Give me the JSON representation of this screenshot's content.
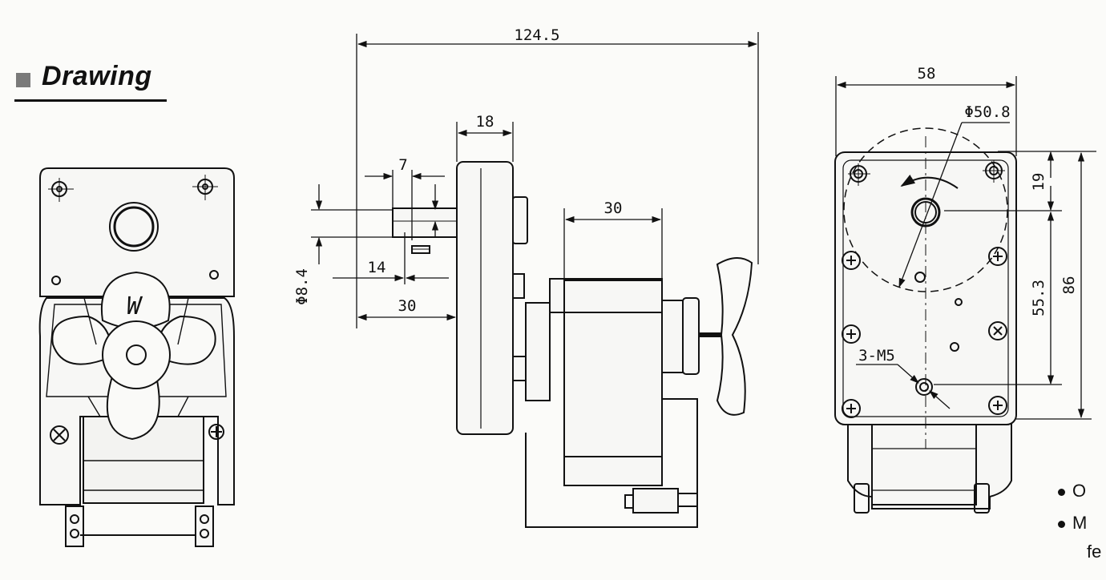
{
  "section": {
    "title": "Drawing"
  },
  "dimensions": {
    "overall_length": "124.5",
    "gearbox_depth": "18",
    "shaft_flat": "7",
    "motor_width": "30",
    "shaft_diameter": "Φ8.4",
    "shaft_length": "14",
    "shaft_overall": "30",
    "width": "58",
    "gear_circle": "Φ50.8",
    "shaft_offset_top": "19",
    "hole_spacing": "55.3",
    "height": "86",
    "mount_thread": "3-M5"
  },
  "logo_glyph": "W",
  "side_bullets": [
    {
      "text": "O"
    },
    {
      "text": "M"
    },
    {
      "text": "fe"
    }
  ]
}
